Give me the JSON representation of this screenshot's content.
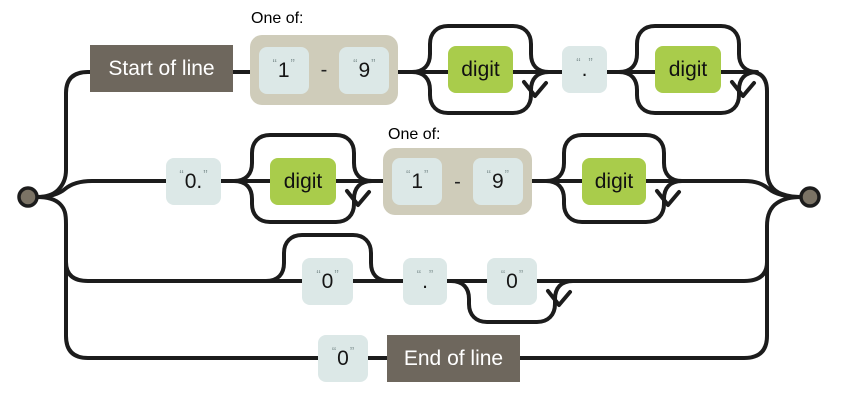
{
  "quotes": {
    "open": "“",
    "close": "”"
  },
  "branch1": {
    "anchor": "Start of line",
    "one_of_label": "One of:",
    "range_from": "1",
    "range_dash": "-",
    "range_to": "9",
    "rule1": "digit",
    "dot": ".",
    "rule2": "digit"
  },
  "branch2": {
    "zero_dot": "0.",
    "rule1": "digit",
    "one_of_label": "One of:",
    "range_from": "1",
    "range_dash": "-",
    "range_to": "9",
    "rule2": "digit"
  },
  "branch3": {
    "zero_a": "0",
    "dot": ".",
    "zero_b": "0"
  },
  "branch4": {
    "zero": "0",
    "anchor": "End of line"
  },
  "colors": {
    "line": "#1c1c1c",
    "literal_box": "#dce8e7",
    "rule_box": "#a9cc4b",
    "group_box": "#cfccba",
    "anchor_box": "#6e675d",
    "anchor_text": "#ffffff",
    "node_fill": "#7b7365",
    "quote_marks": "#8b9c9c"
  }
}
